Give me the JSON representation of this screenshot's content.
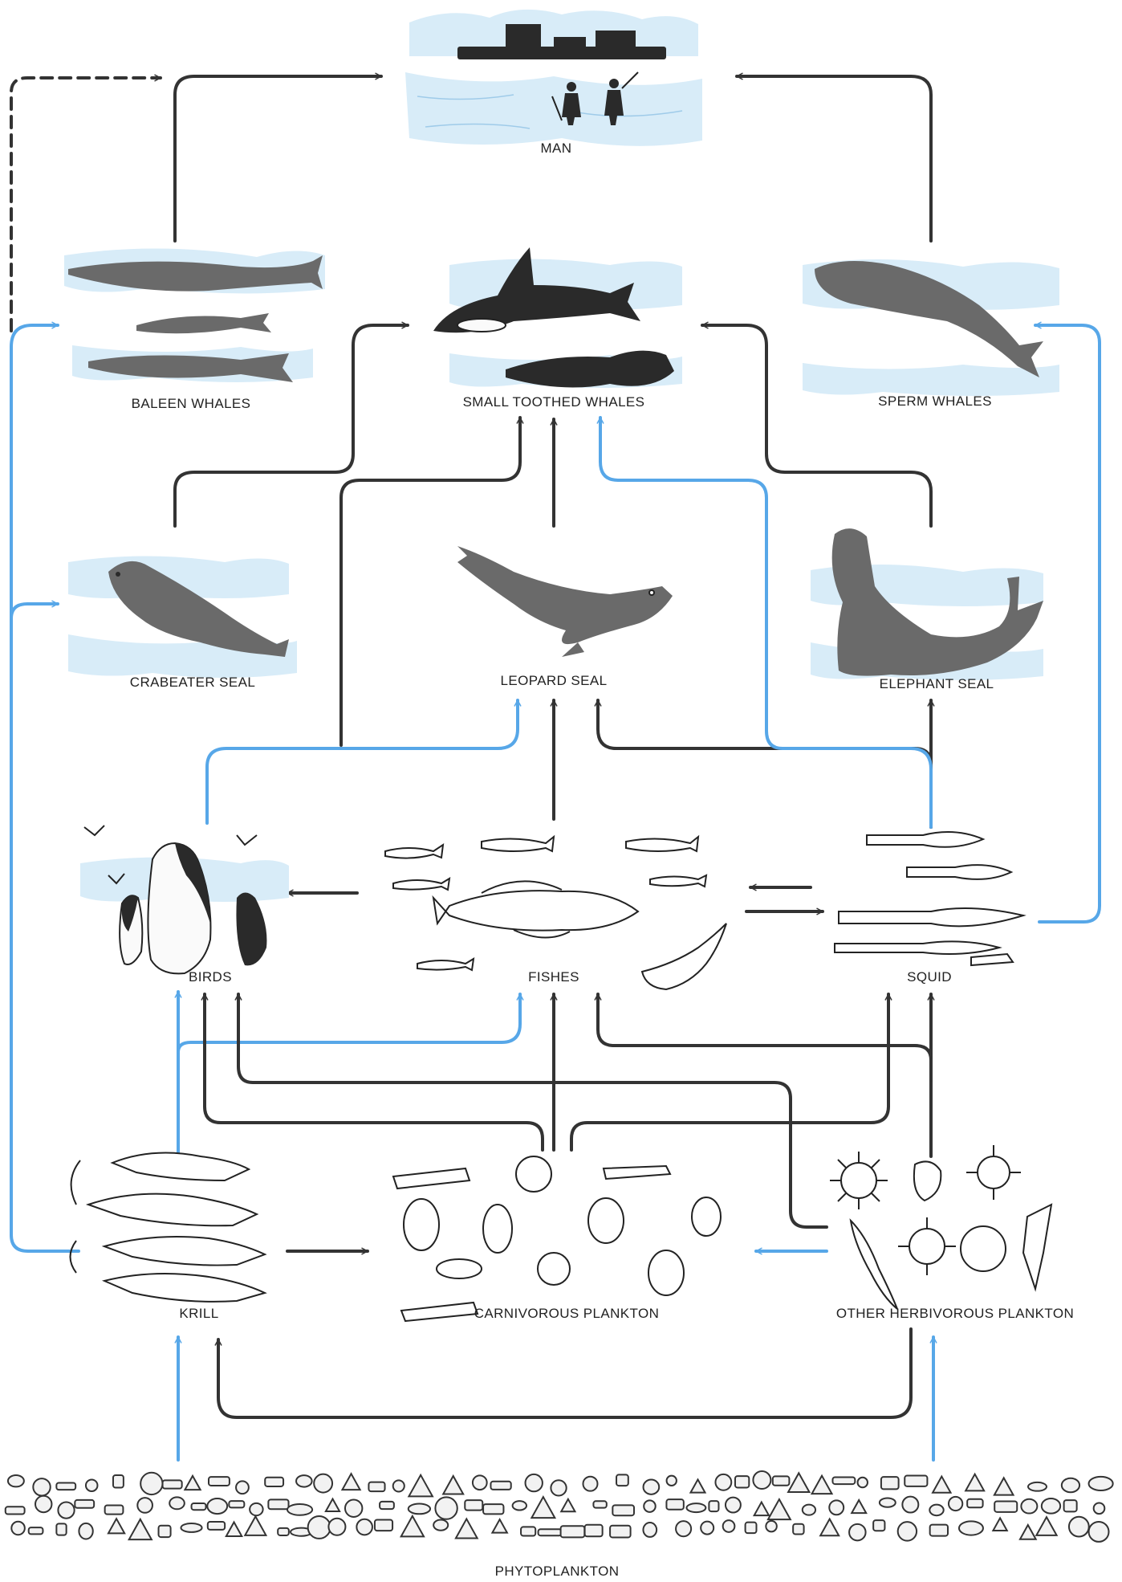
{
  "diagram": {
    "nodes": {
      "man": "MAN",
      "baleen_whales": "BALEEN WHALES",
      "small_toothed_whales": "SMALL TOOTHED WHALES",
      "sperm_whales": "SPERM WHALES",
      "crabeater_seal": "CRABEATER SEAL",
      "leopard_seal": "LEOPARD SEAL",
      "elephant_seal": "ELEPHANT SEAL",
      "birds": "BIRDS",
      "fishes": "FISHES",
      "squid": "SQUID",
      "krill": "KRILL",
      "carnivorous_plankton": "CARNIVOROUS PLANKTON",
      "other_herbivorous_plankton": "OTHER HERBIVOROUS PLANKTON",
      "phytoplankton": "PHYTOPLANKTON"
    },
    "colors": {
      "dark_arrow": "#333333",
      "blue_arrow": "#57a7e8",
      "ice": "#d8ecf8"
    },
    "links": [
      {
        "from": "phytoplankton",
        "to": "krill",
        "color": "blue"
      },
      {
        "from": "phytoplankton",
        "to": "other_herbivorous_plankton",
        "color": "blue"
      },
      {
        "from": "other_herbivorous_plankton",
        "to": "krill",
        "color": "dark"
      },
      {
        "from": "krill",
        "to": "carnivorous_plankton",
        "color": "dark"
      },
      {
        "from": "other_herbivorous_plankton",
        "to": "carnivorous_plankton",
        "color": "blue"
      },
      {
        "from": "krill",
        "to": "birds",
        "color": "blue"
      },
      {
        "from": "krill",
        "to": "fishes",
        "color": "blue"
      },
      {
        "from": "krill",
        "to": "baleen_whales",
        "color": "blue"
      },
      {
        "from": "krill",
        "to": "crabeater_seal",
        "color": "blue"
      },
      {
        "from": "carnivorous_plankton",
        "to": "birds",
        "color": "dark"
      },
      {
        "from": "carnivorous_plankton",
        "to": "fishes",
        "color": "dark"
      },
      {
        "from": "carnivorous_plankton",
        "to": "squid",
        "color": "dark"
      },
      {
        "from": "other_herbivorous_plankton",
        "to": "birds",
        "color": "dark"
      },
      {
        "from": "other_herbivorous_plankton",
        "to": "fishes",
        "color": "dark"
      },
      {
        "from": "other_herbivorous_plankton",
        "to": "squid",
        "color": "dark"
      },
      {
        "from": "fishes",
        "to": "birds",
        "color": "dark"
      },
      {
        "from": "fishes",
        "to": "squid",
        "color": "dark"
      },
      {
        "from": "squid",
        "to": "fishes",
        "color": "dark"
      },
      {
        "from": "fishes",
        "to": "leopard_seal",
        "color": "dark"
      },
      {
        "from": "birds",
        "to": "leopard_seal",
        "color": "blue"
      },
      {
        "from": "squid",
        "to": "leopard_seal",
        "color": "dark"
      },
      {
        "from": "squid",
        "to": "elephant_seal",
        "color": "dark"
      },
      {
        "from": "squid",
        "to": "small_toothed_whales",
        "color": "blue"
      },
      {
        "from": "squid",
        "to": "sperm_whales",
        "color": "blue"
      },
      {
        "from": "birds",
        "to": "small_toothed_whales",
        "color": "dark"
      },
      {
        "from": "leopard_seal",
        "to": "small_toothed_whales",
        "color": "dark"
      },
      {
        "from": "crabeater_seal",
        "to": "small_toothed_whales",
        "color": "dark"
      },
      {
        "from": "elephant_seal",
        "to": "small_toothed_whales",
        "color": "dark"
      },
      {
        "from": "baleen_whales",
        "to": "man",
        "color": "dark"
      },
      {
        "from": "sperm_whales",
        "to": "man",
        "color": "dark"
      },
      {
        "from": "krill",
        "to": "man",
        "color": "dark-dashed"
      }
    ]
  }
}
